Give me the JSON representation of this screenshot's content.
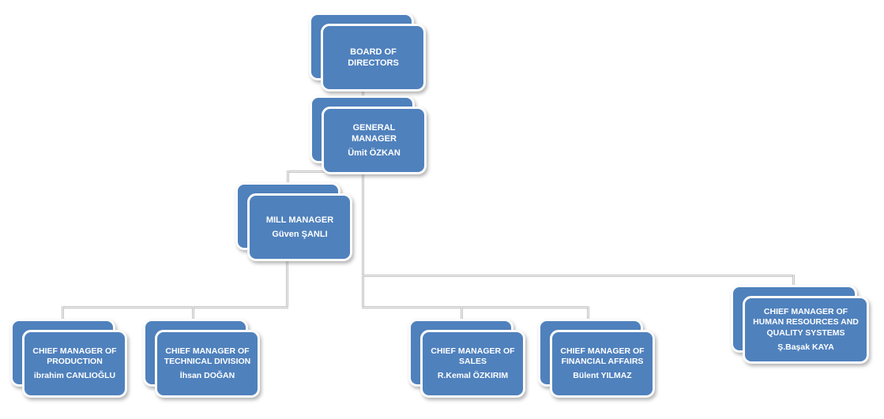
{
  "diagram": {
    "kind": "organization-chart",
    "box_fill_color": "#4f81bd",
    "box_border_color": "#fcfcfc",
    "connector_color": "#c4c4c4",
    "text_color": "#ffffff",
    "nodes": [
      {
        "id": "board-of-directors",
        "title": "BOARD OF DIRECTORS",
        "person": "",
        "reports_to": null
      },
      {
        "id": "general-manager",
        "title": "GENERAL MANAGER",
        "person": "Ümit ÖZKAN",
        "reports_to": "board-of-directors"
      },
      {
        "id": "mill-manager",
        "title": "MILL MANAGER",
        "person": "Güven ŞANLI",
        "reports_to": "general-manager"
      },
      {
        "id": "chief-manager-production",
        "title": "CHIEF MANAGER OF PRODUCTION",
        "person": "ibrahim CANLIOĞLU",
        "reports_to": "mill-manager"
      },
      {
        "id": "chief-manager-technical-division",
        "title": "CHIEF MANAGER OF TECHNICAL DIVISION",
        "person": "İhsan DOĞAN",
        "reports_to": "mill-manager"
      },
      {
        "id": "chief-manager-sales",
        "title": "CHIEF MANAGER OF SALES",
        "person": "R.Kemal ÖZKIRIM",
        "reports_to": "general-manager"
      },
      {
        "id": "chief-manager-financial-affairs",
        "title": "CHIEF MANAGER OF FINANCIAL AFFAIRS",
        "person": "Bülent YILMAZ",
        "reports_to": "general-manager"
      },
      {
        "id": "chief-manager-hr-quality",
        "title": "CHIEF MANAGER OF HUMAN RESOURCES AND QUALITY SYSTEMS",
        "person": "Ş.Başak KAYA",
        "reports_to": "general-manager"
      }
    ]
  }
}
